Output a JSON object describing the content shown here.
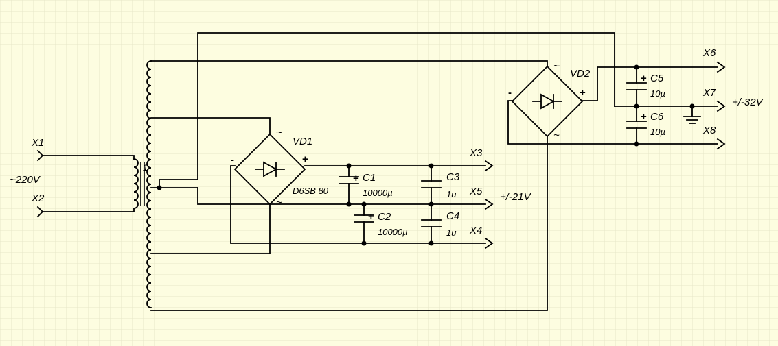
{
  "inputs": {
    "x1": "X1",
    "x2": "X2",
    "voltage": "~220V"
  },
  "transformer": {
    "winding_number": "1"
  },
  "vd1": {
    "name": "VD1",
    "part": "D6SB 80",
    "plus": "+",
    "minus": "-",
    "ac_a": "~",
    "ac_b": "~"
  },
  "vd2": {
    "name": "VD2",
    "plus": "+",
    "minus": "-",
    "ac_a": "~",
    "ac_b": "~"
  },
  "caps": {
    "c1": {
      "name": "C1",
      "value": "10000µ",
      "pol": "+"
    },
    "c2": {
      "name": "C2",
      "value": "10000µ",
      "pol": "+"
    },
    "c3": {
      "name": "C3",
      "value": "1u"
    },
    "c4": {
      "name": "C4",
      "value": "1u"
    },
    "c5": {
      "name": "C5",
      "value": "10µ",
      "pol": "+"
    },
    "c6": {
      "name": "C6",
      "value": "10µ",
      "pol": "+"
    }
  },
  "outputs": {
    "x3": "X3",
    "x4": "X4",
    "x5": "X5",
    "x6": "X6",
    "x7": "X7",
    "x8": "X8",
    "v21": "+/-21V",
    "v32": "+/-32V"
  },
  "colors": {
    "background": "#fdfde0",
    "grid": "#e6e6c8",
    "ink": "#000000"
  }
}
